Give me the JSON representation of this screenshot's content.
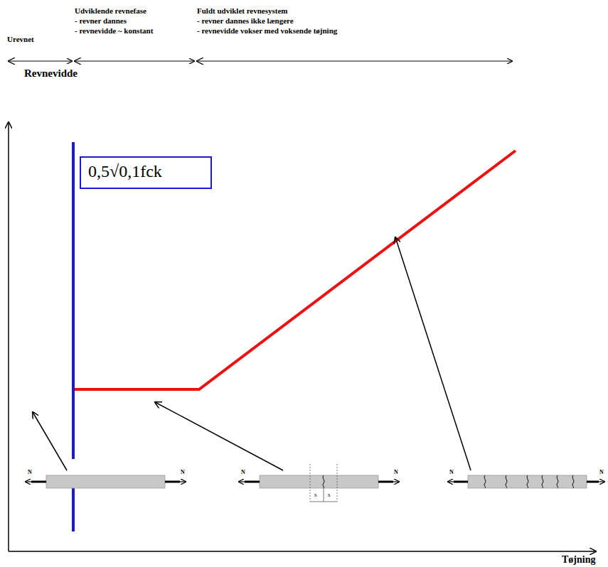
{
  "diagram": {
    "nodes": [
      {
        "text": [
          "0,5√0,1fck"
        ]
      }
    ],
    "labels": [
      "Urevnet",
      "Udviklende revnefase",
      "- revner dannes",
      "- revnevidde ~ konstant",
      "Fuldt udviklet revnesystem",
      "- revner dannes ikke længere",
      "- revnevidde vokser med voksende tøjning",
      "Revnevidde",
      "Tøjning",
      "N",
      "N",
      "N",
      "N",
      "N",
      "N",
      "s",
      "s"
    ]
  }
}
